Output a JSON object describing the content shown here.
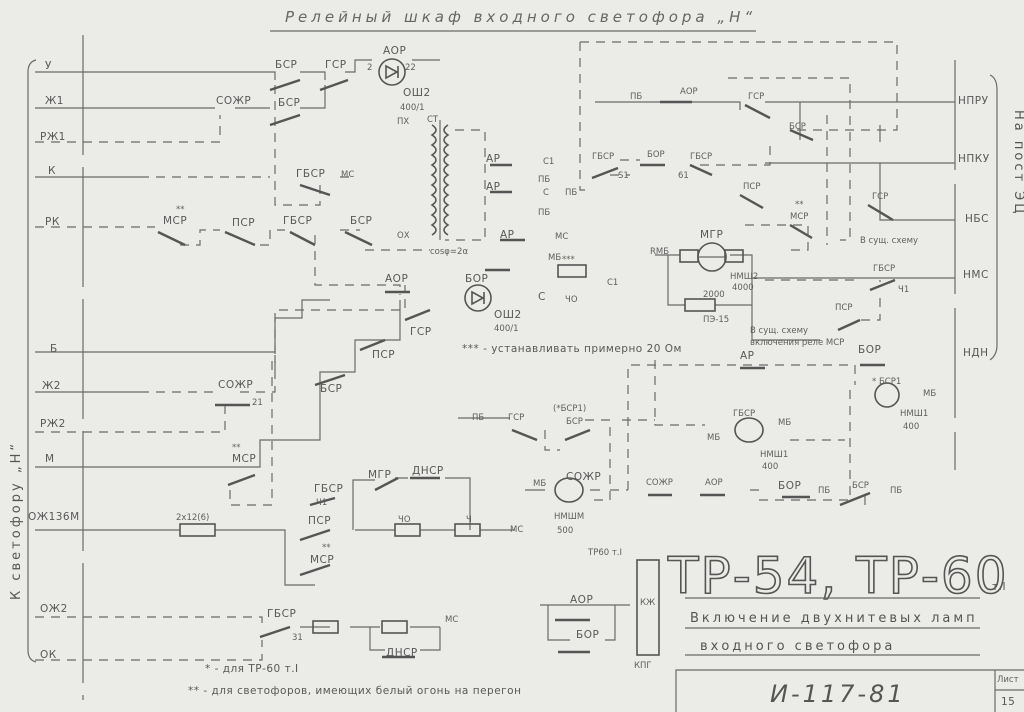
{
  "title": "Релейный шкаф входного светофора „Н“",
  "left_side_label": "К светофору „Н“",
  "right_side_label": "На пост ЭЦ",
  "left_buses": [
    "У",
    "Ж1",
    "РЖ1",
    "К",
    "РК",
    "Б",
    "Ж2",
    "РЖ2",
    "М",
    "ОЖ136М",
    "ОЖ2",
    "ОК"
  ],
  "right_buses": [
    "НПРУ",
    "НПКУ",
    "НБС",
    "НМС",
    "НДН"
  ],
  "labels": [
    "АОР",
    "БСР",
    "ГСР",
    "БСР",
    "СОЖР",
    "ОШ2",
    "400/1",
    "ГБСР",
    "МС",
    "**",
    "МСР",
    "ПСР",
    "ГБСР",
    "БСР",
    "АОР",
    "БОР",
    "ОШ2",
    "400/1",
    "ГСР",
    "ПСР",
    "БСР",
    "СОЖР",
    "**",
    "МСР",
    "2х12(6)",
    "ГБСР",
    "ПСР",
    "**",
    "МСР",
    "МГР",
    "ДНСР",
    "ЧО",
    "Ч",
    "МС",
    "ГБСР",
    "31",
    "МС",
    "ДНСР",
    "ПХ",
    "СТ",
    "ОХ",
    "cosφ=2α",
    "АР",
    "С1",
    "ПБ",
    "АР",
    "С",
    "ПБ",
    "АР",
    "МС",
    "МБ",
    "***",
    "ЧО",
    "С1",
    "С",
    "ПБ",
    "АОР",
    "ГСР",
    "БСР",
    "ГБСР",
    "БОР",
    "ГБСР",
    "ПСР",
    "**",
    "МСР",
    "ГСР",
    "В сущ. схему",
    "ПБ",
    "МГР",
    "RМБ",
    "НМШ2",
    "4000",
    "2000",
    "ПЭ-15",
    "ГБСР",
    "ПСР",
    "В сущ. схему",
    "включения реле МСР",
    "АР",
    "БОР",
    "* БСР1",
    "МБ",
    "НМШ1",
    "400",
    "ГСР",
    "(*БСР1)",
    "БСР",
    "ПБ",
    "ГБСР",
    "МБ",
    "МБ",
    "НМШ1",
    "400",
    "МБ",
    "СОЖР",
    "НМШМ",
    "500",
    "СОЖР",
    "АОР",
    "БОР",
    "ПБ",
    "БСР",
    "ПБ",
    "ТР60 т.I",
    "АОР",
    "БОР",
    "КЖ",
    "КПГ",
    "2",
    "22",
    "21",
    "Ч1",
    "Ч1",
    "61",
    "S1"
  ],
  "notes": {
    "resistor_note": "*** - устанавливать примерно 20 Ом",
    "note1": "* - для ТР-60 т.I",
    "note2": "** - для светофоров, имеющих белый огонь на перегон"
  },
  "title_block": {
    "main": "ТР-54, ТР-60",
    "suffix": "т.I",
    "line1": "Включение двухнитевых ламп",
    "line2": "входного светофора",
    "code": "И-117-81",
    "sheet_label": "Лист",
    "sheet_no": "15"
  }
}
